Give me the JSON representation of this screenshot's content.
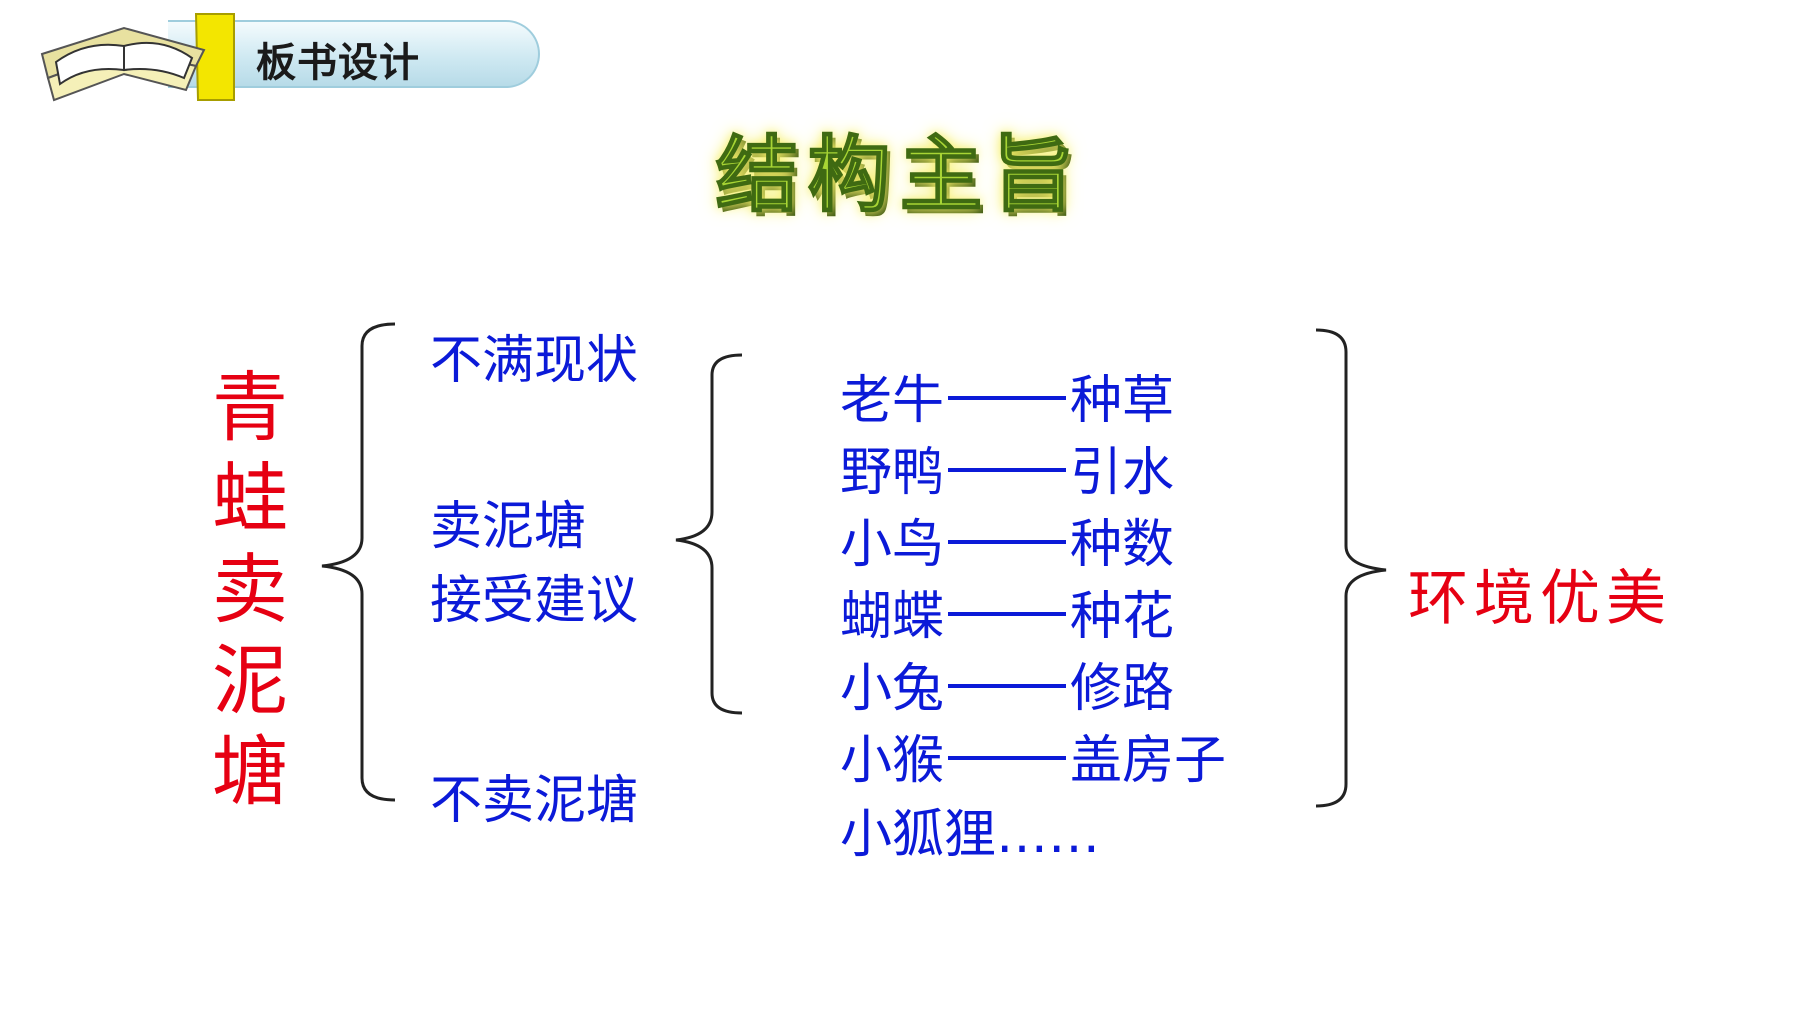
{
  "header": {
    "title": "板书设计"
  },
  "main_title": "结构主旨",
  "left_title_chars": [
    "青",
    "蛙",
    "卖",
    "泥",
    "塘"
  ],
  "stages": [
    {
      "text": "不满现状"
    },
    {
      "text": "卖泥塘"
    },
    {
      "text": "接受建议"
    },
    {
      "text": "不卖泥塘"
    }
  ],
  "pairs": [
    {
      "left": "老牛",
      "right": "种草"
    },
    {
      "left": "野鸭",
      "right": "引水"
    },
    {
      "left": "小鸟",
      "right": "种数"
    },
    {
      "left": "蝴蝶",
      "right": "种花"
    },
    {
      "left": "小兔",
      "right": "修路"
    },
    {
      "left": "小猴",
      "right": "盖房子"
    }
  ],
  "last_item": "小狐狸……",
  "result": "环境优美",
  "colors": {
    "red": "#e60012",
    "blue": "#0b1ad8",
    "title_green": "#a8d534"
  }
}
